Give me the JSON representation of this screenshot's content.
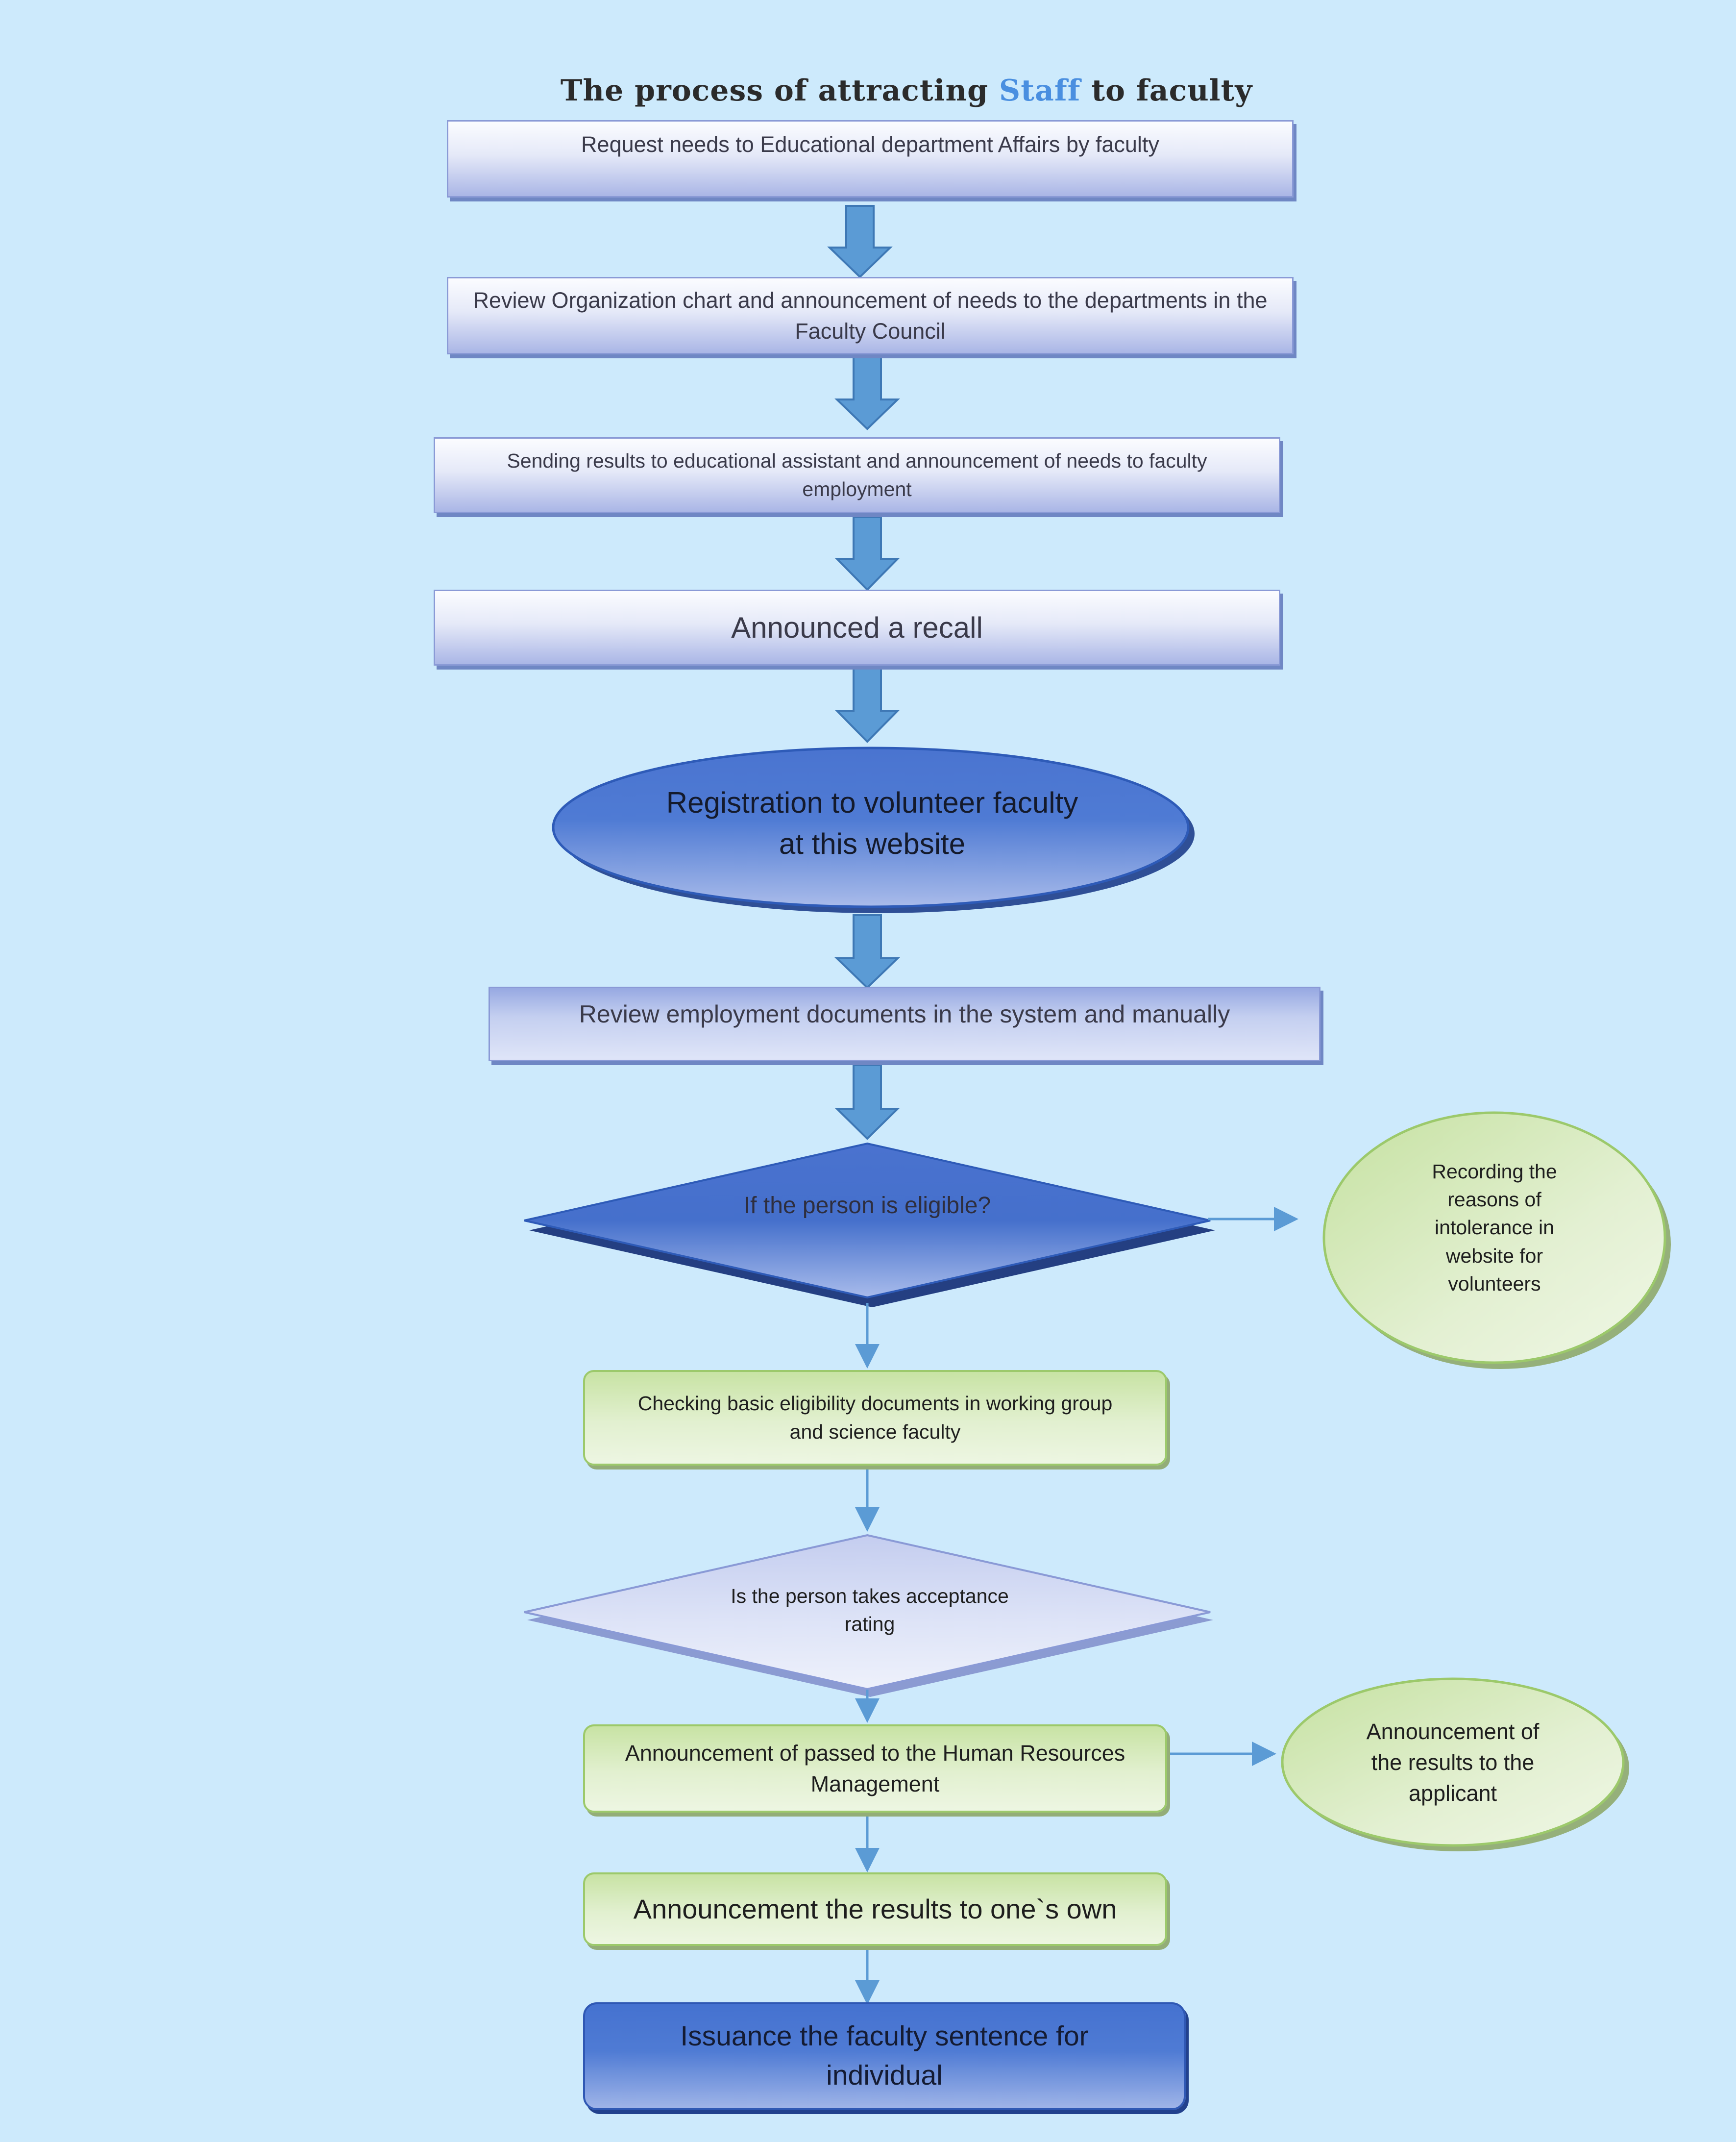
{
  "title": {
    "part1": "The process of attracting ",
    "highlight": "Staff",
    "part2": " to faculty",
    "highlight_color": "#4a8fe0"
  },
  "steps": {
    "request": "Request needs to Educational department Affairs by faculty",
    "review_org": "Review Organization chart and announcement of needs to the departments in the Faculty Council",
    "sending": "Sending results to educational assistant and announcement of needs to faculty employment",
    "announced": "Announced a recall",
    "registration": "Registration to volunteer faculty at this website",
    "review_docs": "Review employment documents in the system and manually",
    "eligible_question": "If the person is eligible?",
    "recording": "Recording the reasons of intolerance in website for volunteers",
    "checking": "Checking basic eligibility documents in working group and science faculty",
    "acceptance_question": "Is the person takes acceptance rating",
    "announcement_hr": "Announcement of passed to the Human Resources Management",
    "announcement_applicant": "Announcement of the results to the applicant",
    "announcement_own": "Announcement the results to one`s own",
    "issuance": "Issuance the faculty sentence for individual"
  },
  "colors": {
    "background": "#cdeafc",
    "arrow_blue": "#5b9bd5",
    "blue_shape": "#4472c4",
    "green_shape": "#c8e3a4",
    "lavender_shape": "#dfe5f8"
  }
}
